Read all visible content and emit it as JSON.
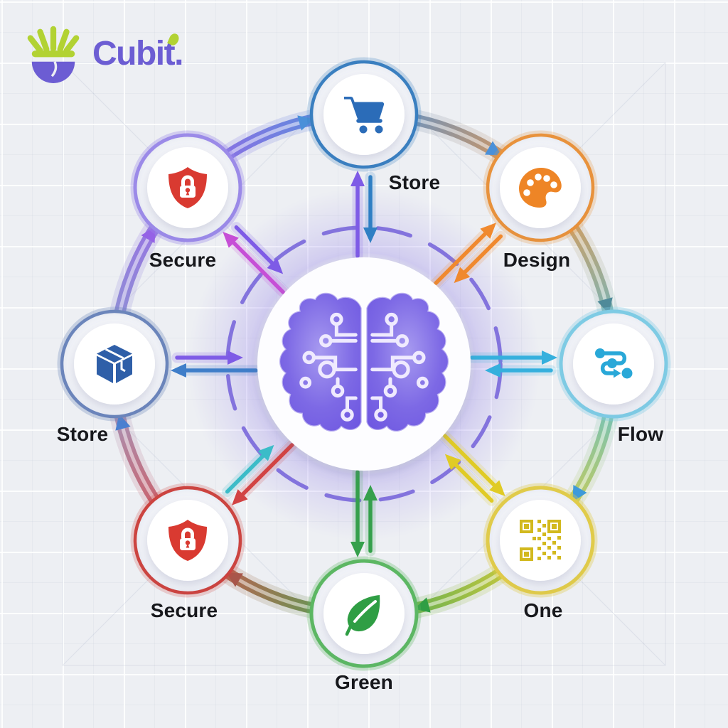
{
  "background_color": "#edeff3",
  "logo": {
    "text": "Cubit.",
    "purple": "#6c5dd3",
    "lime": "#b2d233",
    "icon": "sprout-bowl-logo-icon"
  },
  "center_hub": {
    "icon": "circuit-brain-icon",
    "color": "#7a66e3",
    "ring_style": "dashed",
    "ring_color": "#6f5bd8"
  },
  "nodes": [
    {
      "id": "store-top",
      "label": "Store",
      "icon": "shopping-cart-icon",
      "position": "top",
      "icon_color": "#2b6cb8",
      "ring_color": "#3a7fc0"
    },
    {
      "id": "design",
      "label": "Design",
      "icon": "palette-icon",
      "position": "top-right",
      "icon_color": "#ee8526",
      "ring_color": "#e8923c"
    },
    {
      "id": "flow",
      "label": "Flow",
      "icon": "flow-steps-icon",
      "position": "right",
      "icon_color": "#29a8d8",
      "ring_color": "#7ecbe4"
    },
    {
      "id": "one",
      "label": "One",
      "icon": "qr-code-icon",
      "position": "bottom-right",
      "icon_color": "#d2b91e",
      "ring_color": "#e0cb4a"
    },
    {
      "id": "green",
      "label": "Green",
      "icon": "leaf-icon",
      "position": "bottom",
      "icon_color": "#2f9e44",
      "ring_color": "#5cb763"
    },
    {
      "id": "secure-bottom-left",
      "label": "Secure",
      "icon": "shield-lock-icon",
      "position": "bottom-left",
      "icon_color": "#d93a31",
      "ring_color": "#cc4440"
    },
    {
      "id": "store-left",
      "label": "Store",
      "icon": "package-box-icon",
      "position": "left",
      "icon_color": "#2f5fa8",
      "ring_color": "#6b85bb"
    },
    {
      "id": "secure-top-left",
      "label": "Secure",
      "icon": "shield-lock-icon",
      "position": "top-left",
      "icon_color": "#d93a31",
      "ring_color": "#9b8ae8"
    }
  ],
  "connections": {
    "flow_direction": "clockwise",
    "ring_segments": [
      {
        "from": "secure-top-left",
        "to": "store-top",
        "colors": [
          "#9562e6",
          "#4a90d9"
        ],
        "arrow_color": "#4a90d9"
      },
      {
        "from": "store-top",
        "to": "design",
        "colors": [
          "#4a90d9",
          "#ef923c"
        ],
        "arrow_color": "#4a90d9"
      },
      {
        "from": "design",
        "to": "flow",
        "colors": [
          "#ef923c",
          "#52bcd8"
        ],
        "arrow_color": "#4f8a99"
      },
      {
        "from": "flow",
        "to": "one",
        "colors": [
          "#52bcd8",
          "#e2ce30"
        ],
        "arrow_color": "#3e9ad9"
      },
      {
        "from": "one",
        "to": "green",
        "colors": [
          "#e2ce30",
          "#43a64f"
        ],
        "arrow_color": "#2f9e44"
      },
      {
        "from": "green",
        "to": "secure-bottom-left",
        "colors": [
          "#43a64f",
          "#d64848"
        ],
        "arrow_color": "#a8564a"
      },
      {
        "from": "secure-bottom-left",
        "to": "store-left",
        "colors": [
          "#d64848",
          "#97a5d4"
        ],
        "arrow_color": "#4a7fd0"
      },
      {
        "from": "store-left",
        "to": "secure-top-left",
        "colors": [
          "#8a97cf",
          "#9562e6"
        ],
        "arrow_color": "#9562e6"
      }
    ],
    "spokes": [
      {
        "node": "store-top",
        "arrow_to_node_color": "#7e5be6",
        "arrow_to_center_color": "#2f7fc4"
      },
      {
        "node": "design",
        "arrow_to_node_color": "#f0892e",
        "arrow_to_center_color": "#f0892e"
      },
      {
        "node": "flow",
        "arrow_to_node_color": "#35b0dd",
        "arrow_to_center_color": "#35b0dd"
      },
      {
        "node": "one",
        "arrow_to_node_color": "#e0cb25",
        "arrow_to_center_color": "#e0cb25"
      },
      {
        "node": "green",
        "arrow_to_node_color": "#35a04c",
        "arrow_to_center_color": "#35a04c"
      },
      {
        "node": "secure-bottom-left",
        "arrow_to_node_color": "#d24343",
        "arrow_to_center_color": "#3bbcc8"
      },
      {
        "node": "store-left",
        "arrow_to_node_color": "#3f7ec9",
        "arrow_to_center_color": "#7e5be6"
      },
      {
        "node": "secure-top-left",
        "arrow_to_node_color": "#c64fd6",
        "arrow_to_center_color": "#7e5be6"
      }
    ]
  }
}
